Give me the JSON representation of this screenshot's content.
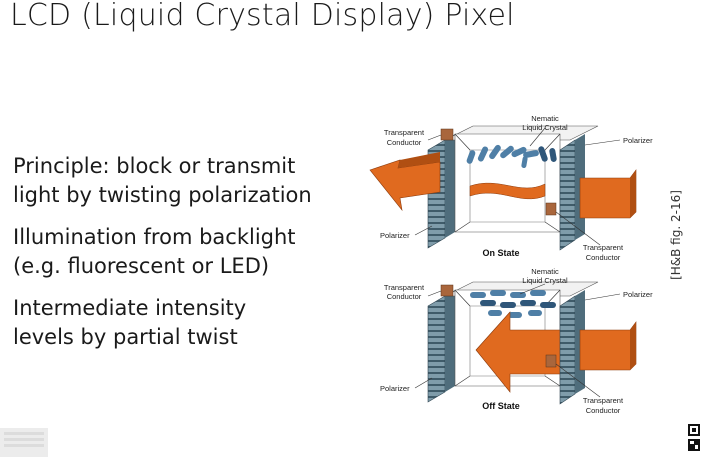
{
  "slide": {
    "title": "LCD (Liquid Crystal Display) Pixel",
    "bullets": [
      [
        "Principle: block or transmit",
        "light by twisting polarization"
      ],
      [
        "Illumination from backlight",
        "(e.g. fluorescent or LED)"
      ],
      [
        "Intermediate intensity",
        "levels by partial twist"
      ]
    ],
    "figure_ref": "[H&B fig. 2-16]"
  },
  "diagram": {
    "on_state": {
      "state_label": "On State",
      "labels": {
        "nematic_line1": "Nematic",
        "nematic_line2": "Liquid Crystal",
        "transparent_line1": "Transparent",
        "conductor_line2": "Conductor",
        "polarizer_right": "Polarizer",
        "polarizer_left": "Polarizer",
        "transparent_bottom_line1": "Transparent",
        "conductor_bottom_line2": "Conductor"
      }
    },
    "off_state": {
      "state_label": "Off State",
      "labels": {
        "nematic_line1": "Nematic",
        "nematic_line2": "Liquid Crystal",
        "transparent_line1": "Transparent",
        "conductor_line2": "Conductor",
        "polarizer_right": "Polarizer",
        "polarizer_left": "Polarizer",
        "transparent_bottom_line1": "Transparent",
        "conductor_bottom_line2": "Conductor"
      }
    },
    "colors": {
      "light_arrow": "#e06a1f",
      "light_arrow_dark": "#b04f12",
      "polarizer": "#6f8fa0",
      "polarizer_dark": "#3d5a6a",
      "crystal": "#4f7fa6",
      "crystal_dark": "#2f5679",
      "conductor": "#a9663c"
    }
  }
}
